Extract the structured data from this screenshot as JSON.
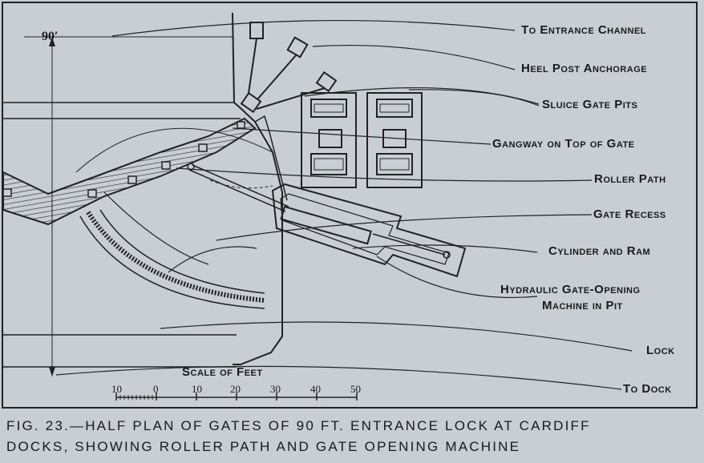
{
  "labels": {
    "entrance_channel": "To Entrance Channel",
    "heel_post": "Heel Post Anchorage",
    "sluice_pits": "Sluice Gate Pits",
    "gangway": "Gangway on Top of Gate",
    "roller_path": "Roller Path",
    "gate_recess": "Gate Recess",
    "cylinder_ram": "Cylinder and Ram",
    "hydraulic_line1": "Hydraulic Gate-Opening",
    "hydraulic_line2": "Machine in Pit",
    "lock": "Lock",
    "to_dock": "To Dock"
  },
  "dimension": "90′",
  "scale": {
    "title": "Scale of Feet",
    "ticks": [
      "10",
      "0",
      "10",
      "20",
      "30",
      "40",
      "50"
    ]
  },
  "caption": {
    "line1": "FIG. 23.—HALF PLAN OF GATES OF 90 FT. ENTRANCE LOCK AT CARDIFF",
    "line2": "DOCKS, SHOWING ROLLER PATH AND GATE OPENING MACHINE"
  },
  "colors": {
    "background": "#c9cdd4",
    "ink": "#1a1a1a"
  }
}
